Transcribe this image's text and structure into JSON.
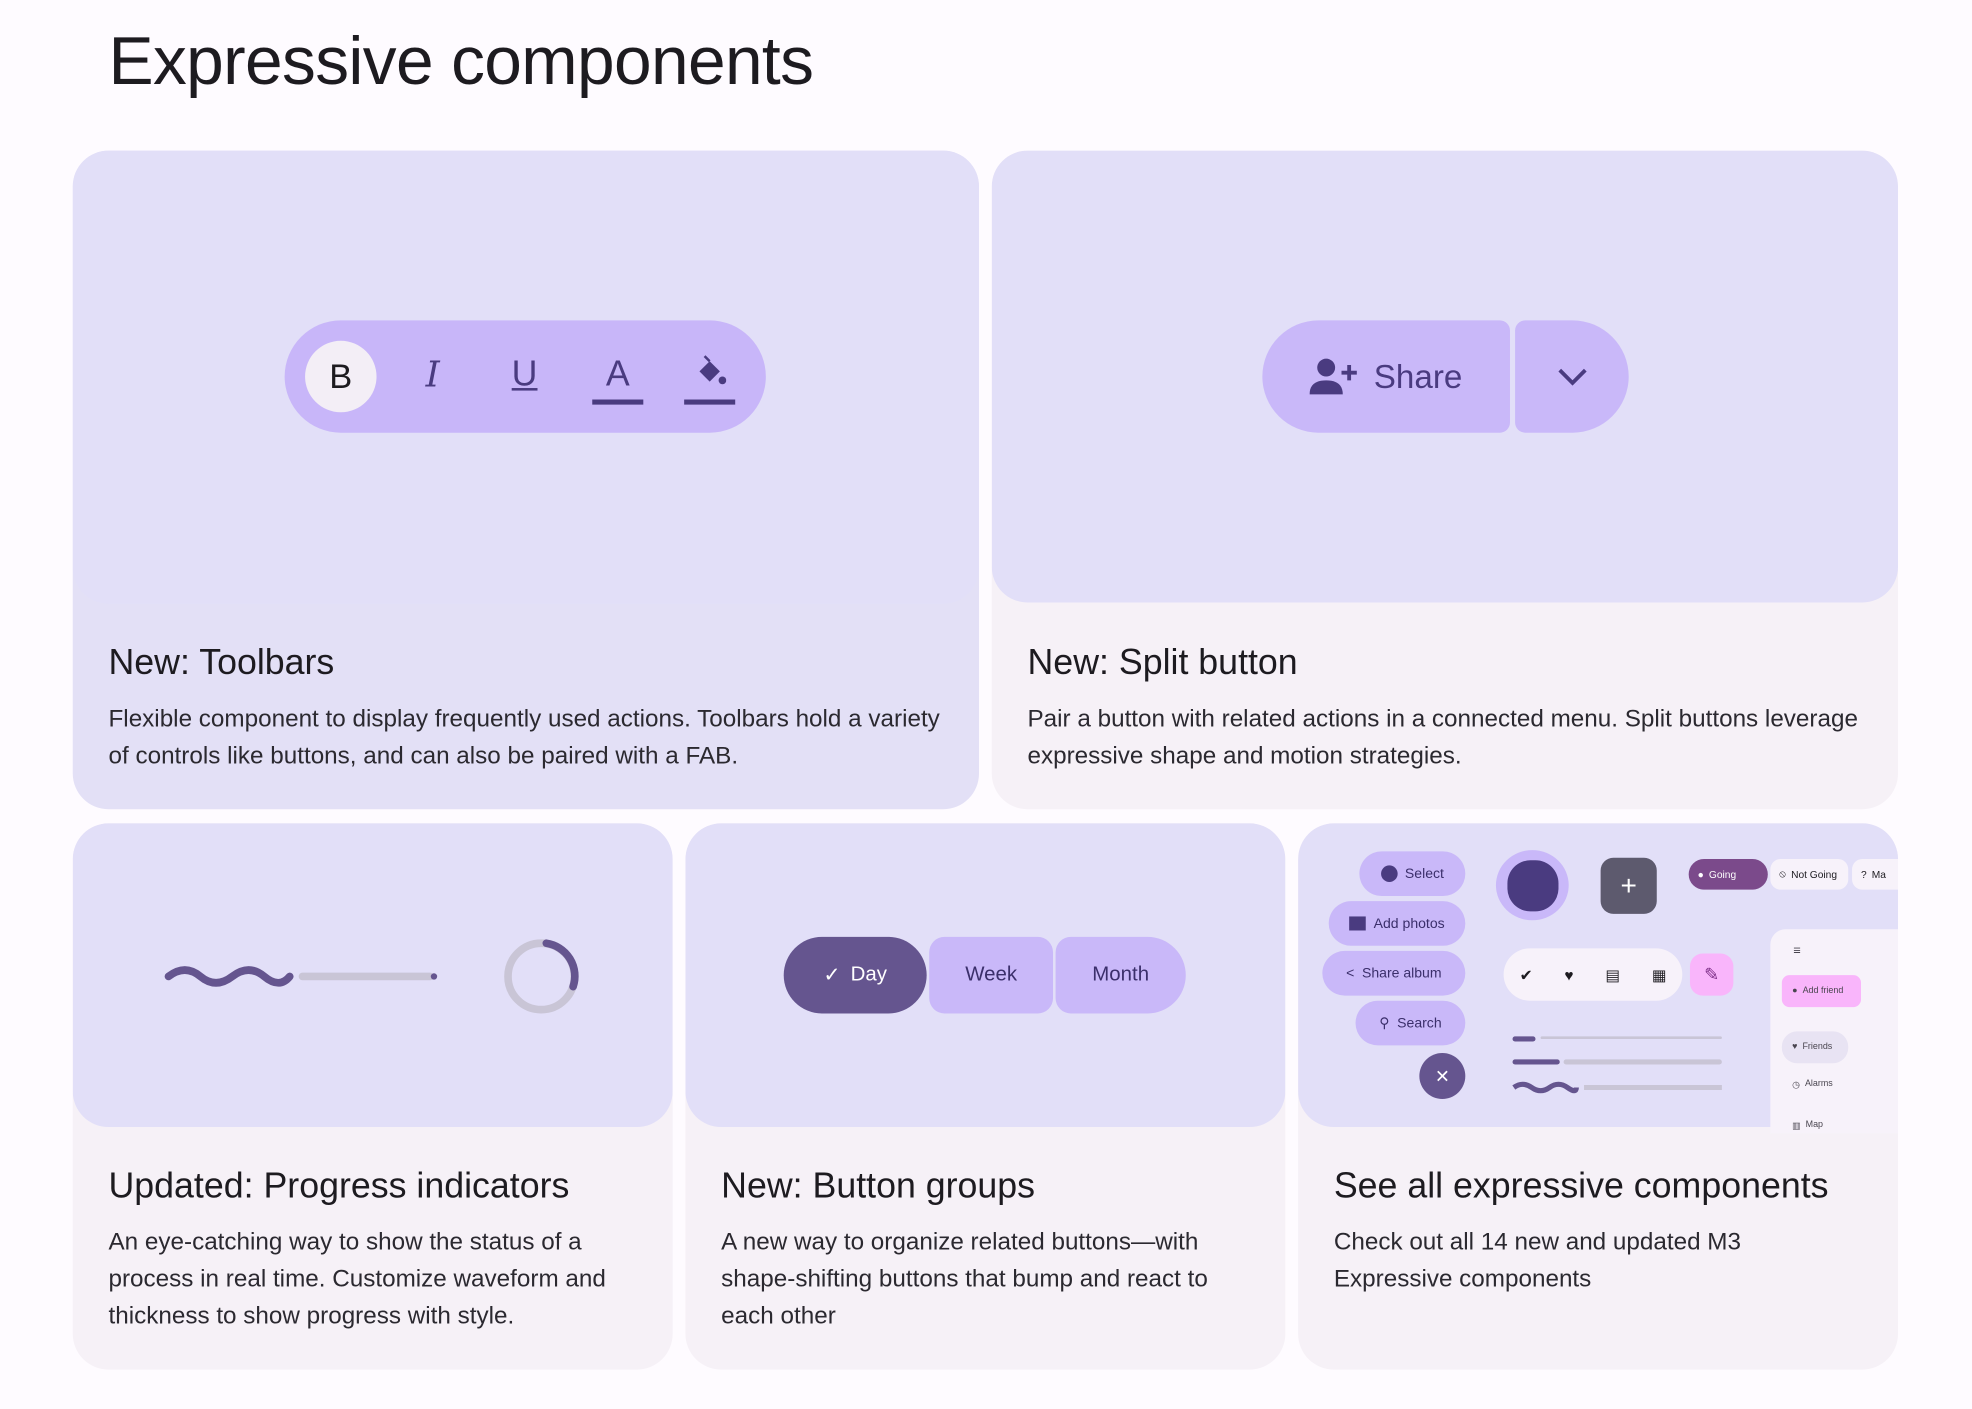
{
  "page_title": "Expressive components",
  "cards": [
    {
      "title": "New: Toolbars",
      "description": "Flexible component to display frequently used actions. Toolbars hold a variety of controls like buttons, and can also be paired with a FAB.",
      "toolbar": {
        "bold": "B",
        "italic": "I",
        "underline": "U",
        "text_color": "A"
      }
    },
    {
      "title": "New: Split button",
      "description": "Pair a button with related actions in a connected menu. Split buttons leverage expressive shape and motion strategies.",
      "button_label": "Share"
    },
    {
      "title": "Updated: Progress indicators",
      "description": "An eye-catching way to show the status of a process in real time. Customize waveform and thickness to show progress with style."
    },
    {
      "title": "New: Button groups",
      "description": "A new way to organize related buttons—with shape-shifting buttons that bump and react to each other",
      "buttons": [
        "Day",
        "Week",
        "Month"
      ],
      "selected": "Day"
    },
    {
      "title": "See all expressive components",
      "description": "Check out all 14 new and updated M3 Expressive components",
      "preview": {
        "fab_menu": [
          "Select",
          "Add photos",
          "Share album",
          "Search"
        ],
        "chips": [
          "Going",
          "Not Going",
          "Ma"
        ],
        "nav": [
          "Add friend",
          "Friends",
          "Alarms",
          "Map"
        ]
      }
    }
  ],
  "colors": {
    "surface": "#f6f1f7",
    "container": "#e2dff8",
    "accent": "#c9b8f9",
    "primary": "#65558f"
  }
}
